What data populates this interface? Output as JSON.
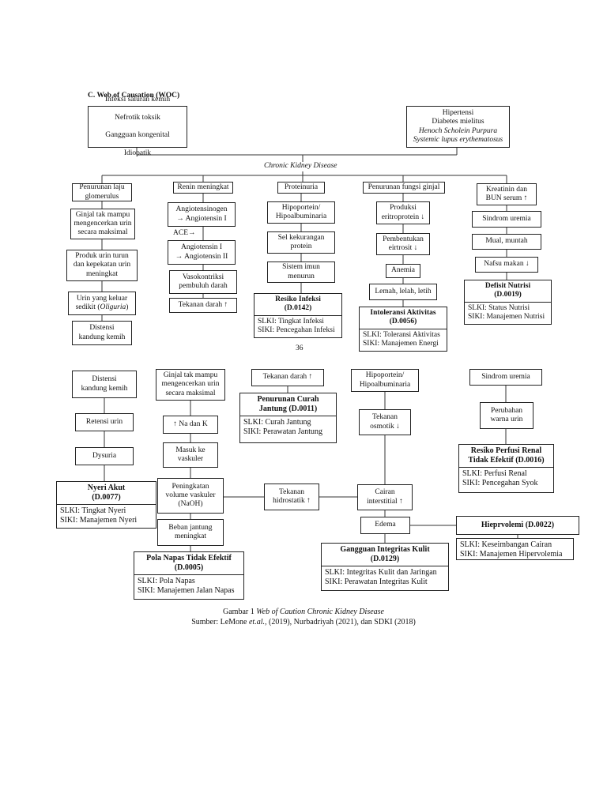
{
  "heading": "C.   Web of Causation (WOC)",
  "causes_left": {
    "lines": [
      "Infeksi saluran kemih",
      "Nefrotik toksik",
      "Gangguan kongenital",
      "Idiopatik"
    ]
  },
  "causes_right": {
    "line1": "Hipertensi",
    "line2": "Diabetes mielitus",
    "line3": "Henoch Scholein Purpura",
    "line4": "Systemic lupus erythematosus"
  },
  "ckd_label": "Chronic Kidney Disease",
  "col1": {
    "b1": "Penurunan laju\nglomerulus",
    "b2": "Ginjal tak mampu\nmengencerkan urin\nsecara maksimal",
    "b3": "Produk urin turun\ndan kepekatan urin\nmeningkat",
    "b4_pre": "Urin yang keluar\nsedikit (",
    "b4_it": "Oliguria",
    "b4_post": ")",
    "b5": "Distensi\nkandung kemih"
  },
  "col2": {
    "b1": "Renin meningkat",
    "b2": "Angiotensinogen\n→ Angiotensin I",
    "ace": "ACE→",
    "b3": "Angiotensin I\n→ Angiotensin II",
    "b4": "Vasokontriksi\npembuluh darah",
    "b5": "Tekanan darah ↑"
  },
  "col3": {
    "b1": "Proteinuria",
    "b2": "Hipoportein/\nHipoalbuminaria",
    "b3": "Sel kekurangan\nprotein",
    "b4": "Sistem imun\nmenurun",
    "dx_title": "Resiko Infeksi\n(D.0142)",
    "dx_body": "SLKI: Tingkat Infeksi\nSIKI: Pencegahan Infeksi"
  },
  "col4": {
    "b1": "Penurunan fungsi ginjal",
    "b2": "Produksi\neritroprotein ↓",
    "b3": "Pembentukan\neirtrosit ↓",
    "b4": "Anemia",
    "b5": "Lemah, lelah, letih",
    "dx_title": "Intoleransi Aktivitas\n(D.0056)",
    "dx_body": "SLKI: Toleransi Aktivitas\nSIKI: Manajemen Energi"
  },
  "col5": {
    "b1": "Kreatinin dan\nBUN serum ↑",
    "b2": "Sindrom uremia",
    "b3": "Mual, muntah",
    "b4": "Nafsu makan ↓",
    "dx_title": "Defisit Nutrisi\n(D.0019)",
    "dx_body": "SLKI: Status Nutrisi\nSIKI: Manajemen Nutrisi"
  },
  "page_number": "36",
  "lower": {
    "c1": {
      "b1": "Distensi\nkandung kemih",
      "b2": "Retensi urin",
      "b3": "Dysuria",
      "dx_title": "Nyeri Akut\n(D.0077)",
      "dx_body": "SLKI: Tingkat Nyeri\nSIKI: Manajemen Nyeri"
    },
    "c2": {
      "b1": "Ginjal tak mampu\nmengencerkan urin\nsecara maksimal",
      "b2": "↑ Na dan K",
      "b3": "Masuk ke\nvaskuler",
      "b4": "Peningkatan\nvolume vaskuler\n(NaOH)",
      "b5": "Beban jantung\nmeningkat",
      "dx_title": "Pola Napas Tidak Efektif\n(D.0005)",
      "dx_body": "SLKI: Pola Napas\nSIKI: Manajemen Jalan Napas"
    },
    "c3": {
      "b1": "Tekanan darah ↑",
      "dx_title": "Penurunan Curah\nJantung (D.0011)",
      "dx_body": "SLKI: Curah Jantung\nSIKI: Perawatan Jantung",
      "hidro": "Tekanan\nhidrostatik ↑"
    },
    "c4": {
      "b1": "Hipoportein/\nHipoalbuminaria",
      "b2": "Tekanan\nosmotik ↓",
      "b3": "Cairan\ninterstitial ↑",
      "b4": "Edema",
      "dx_title": "Gangguan Integritas Kulit\n(D.0129)",
      "dx_body": "SLKI: Integritas Kulit dan Jaringan\nSIKI: Perawatan Integritas Kulit"
    },
    "c5": {
      "b1": "Sindrom uremia",
      "b2": "Perubahan\nwarna urin",
      "dx_title": "Resiko Perfusi Renal\nTidak Efektif (D.0016)",
      "dx_body": "SLKI: Perfusi Renal\nSIKI: Pencegahan Syok",
      "hv_title": "Hieprvolemi (D.0022)",
      "hv_body": "SLKI: Keseimbangan Cairan\nSIKI: Manajemen Hipervolemia"
    }
  },
  "caption": {
    "pre": "Gambar 1 ",
    "title_it": "Web of Caution Chronic Kidney Disease",
    "src_pre": "Sumber: LeMone ",
    "src_it": "et.al.,",
    "src_post": " (2019), Nurbadriyah (2021), dan SDKI (2018)"
  }
}
